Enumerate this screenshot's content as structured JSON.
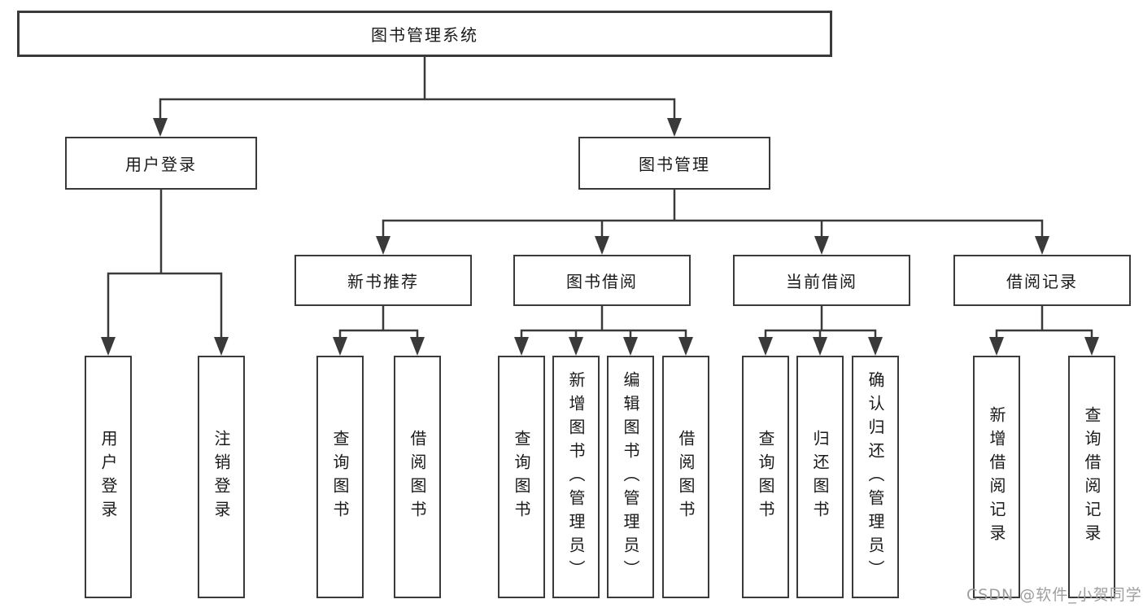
{
  "diagram": {
    "nodes": {
      "root": "图书管理系统",
      "level1": [
        "用户登录",
        "图书管理"
      ],
      "level2": [
        "新书推荐",
        "图书借阅",
        "当前借阅",
        "借阅记录"
      ],
      "leaves_user_login": [
        "用户登录",
        "注销登录"
      ],
      "leaves_new_book": [
        "查询图书",
        "借阅图书"
      ],
      "leaves_book_borrow": [
        "查询图书",
        "新增图书（管理员）",
        "编辑图书（管理员）",
        "借阅图书"
      ],
      "leaves_current_borrow": [
        "查询图书",
        "归还图书",
        "确认归还（管理员）"
      ],
      "leaves_borrow_record": [
        "新增借阅记录",
        "查询借阅记录"
      ]
    },
    "watermark": "CSDN @软件_小贺同学"
  },
  "colors": {
    "line": "#3a3a3a",
    "box_border": "#3a3a3a",
    "box_bg": "#ffffff",
    "text": "#1a1a1a",
    "watermark": "#9e9e9e"
  }
}
